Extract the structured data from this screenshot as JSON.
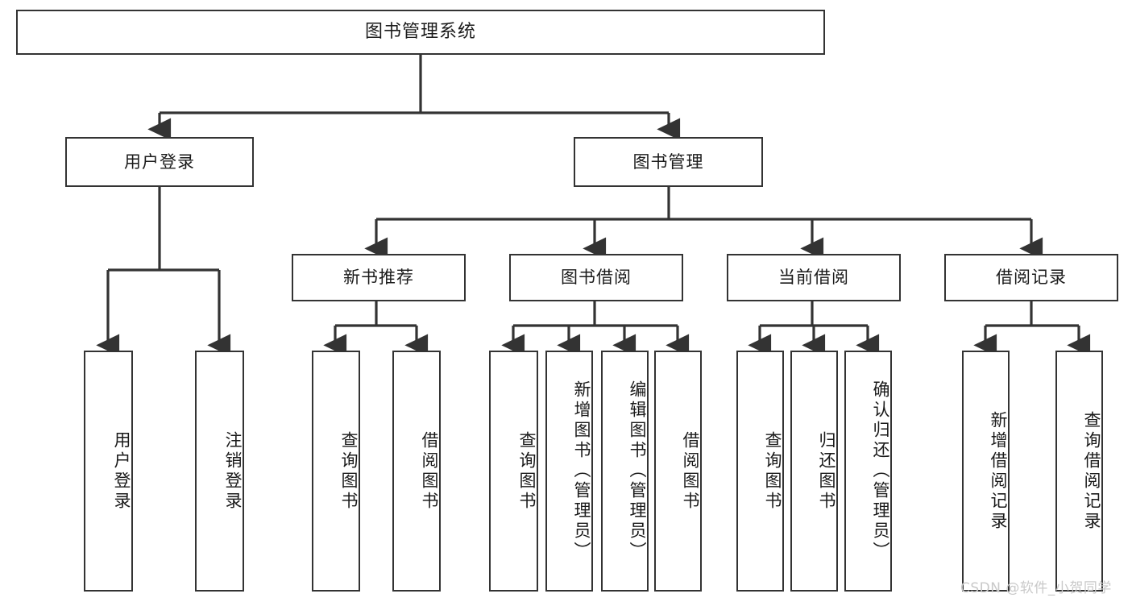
{
  "diagram": {
    "title": "图书管理系统",
    "type": "tree-hierarchy-diagram",
    "root": {
      "label": "图书管理系统"
    },
    "level2": [
      {
        "label": "用户登录"
      },
      {
        "label": "图书管理"
      }
    ],
    "level3": [
      {
        "label": "新书推荐"
      },
      {
        "label": "图书借阅"
      },
      {
        "label": "当前借阅"
      },
      {
        "label": "借阅记录"
      }
    ],
    "leaves": {
      "user_login": [
        {
          "label": "用户登录"
        },
        {
          "label": "注销登录"
        }
      ],
      "new_book_recommend": [
        {
          "label": "查询图书"
        },
        {
          "label": "借阅图书"
        }
      ],
      "book_borrow": [
        {
          "label": "查询图书"
        },
        {
          "label": "新增图书（管理员）"
        },
        {
          "label": "编辑图书（管理员）"
        },
        {
          "label": "借阅图书"
        }
      ],
      "current_borrow": [
        {
          "label": "查询图书"
        },
        {
          "label": "归还图书"
        },
        {
          "label": "确认归还（管理员）"
        }
      ],
      "borrow_record": [
        {
          "label": "新增借阅记录"
        },
        {
          "label": "查询借阅记录"
        }
      ]
    }
  },
  "watermark": {
    "text": "CSDN @软件_小贺同学"
  },
  "colors": {
    "border": "#333333",
    "background": "#ffffff",
    "text": "#1a1a1a",
    "watermark": "#c9c9c9"
  }
}
